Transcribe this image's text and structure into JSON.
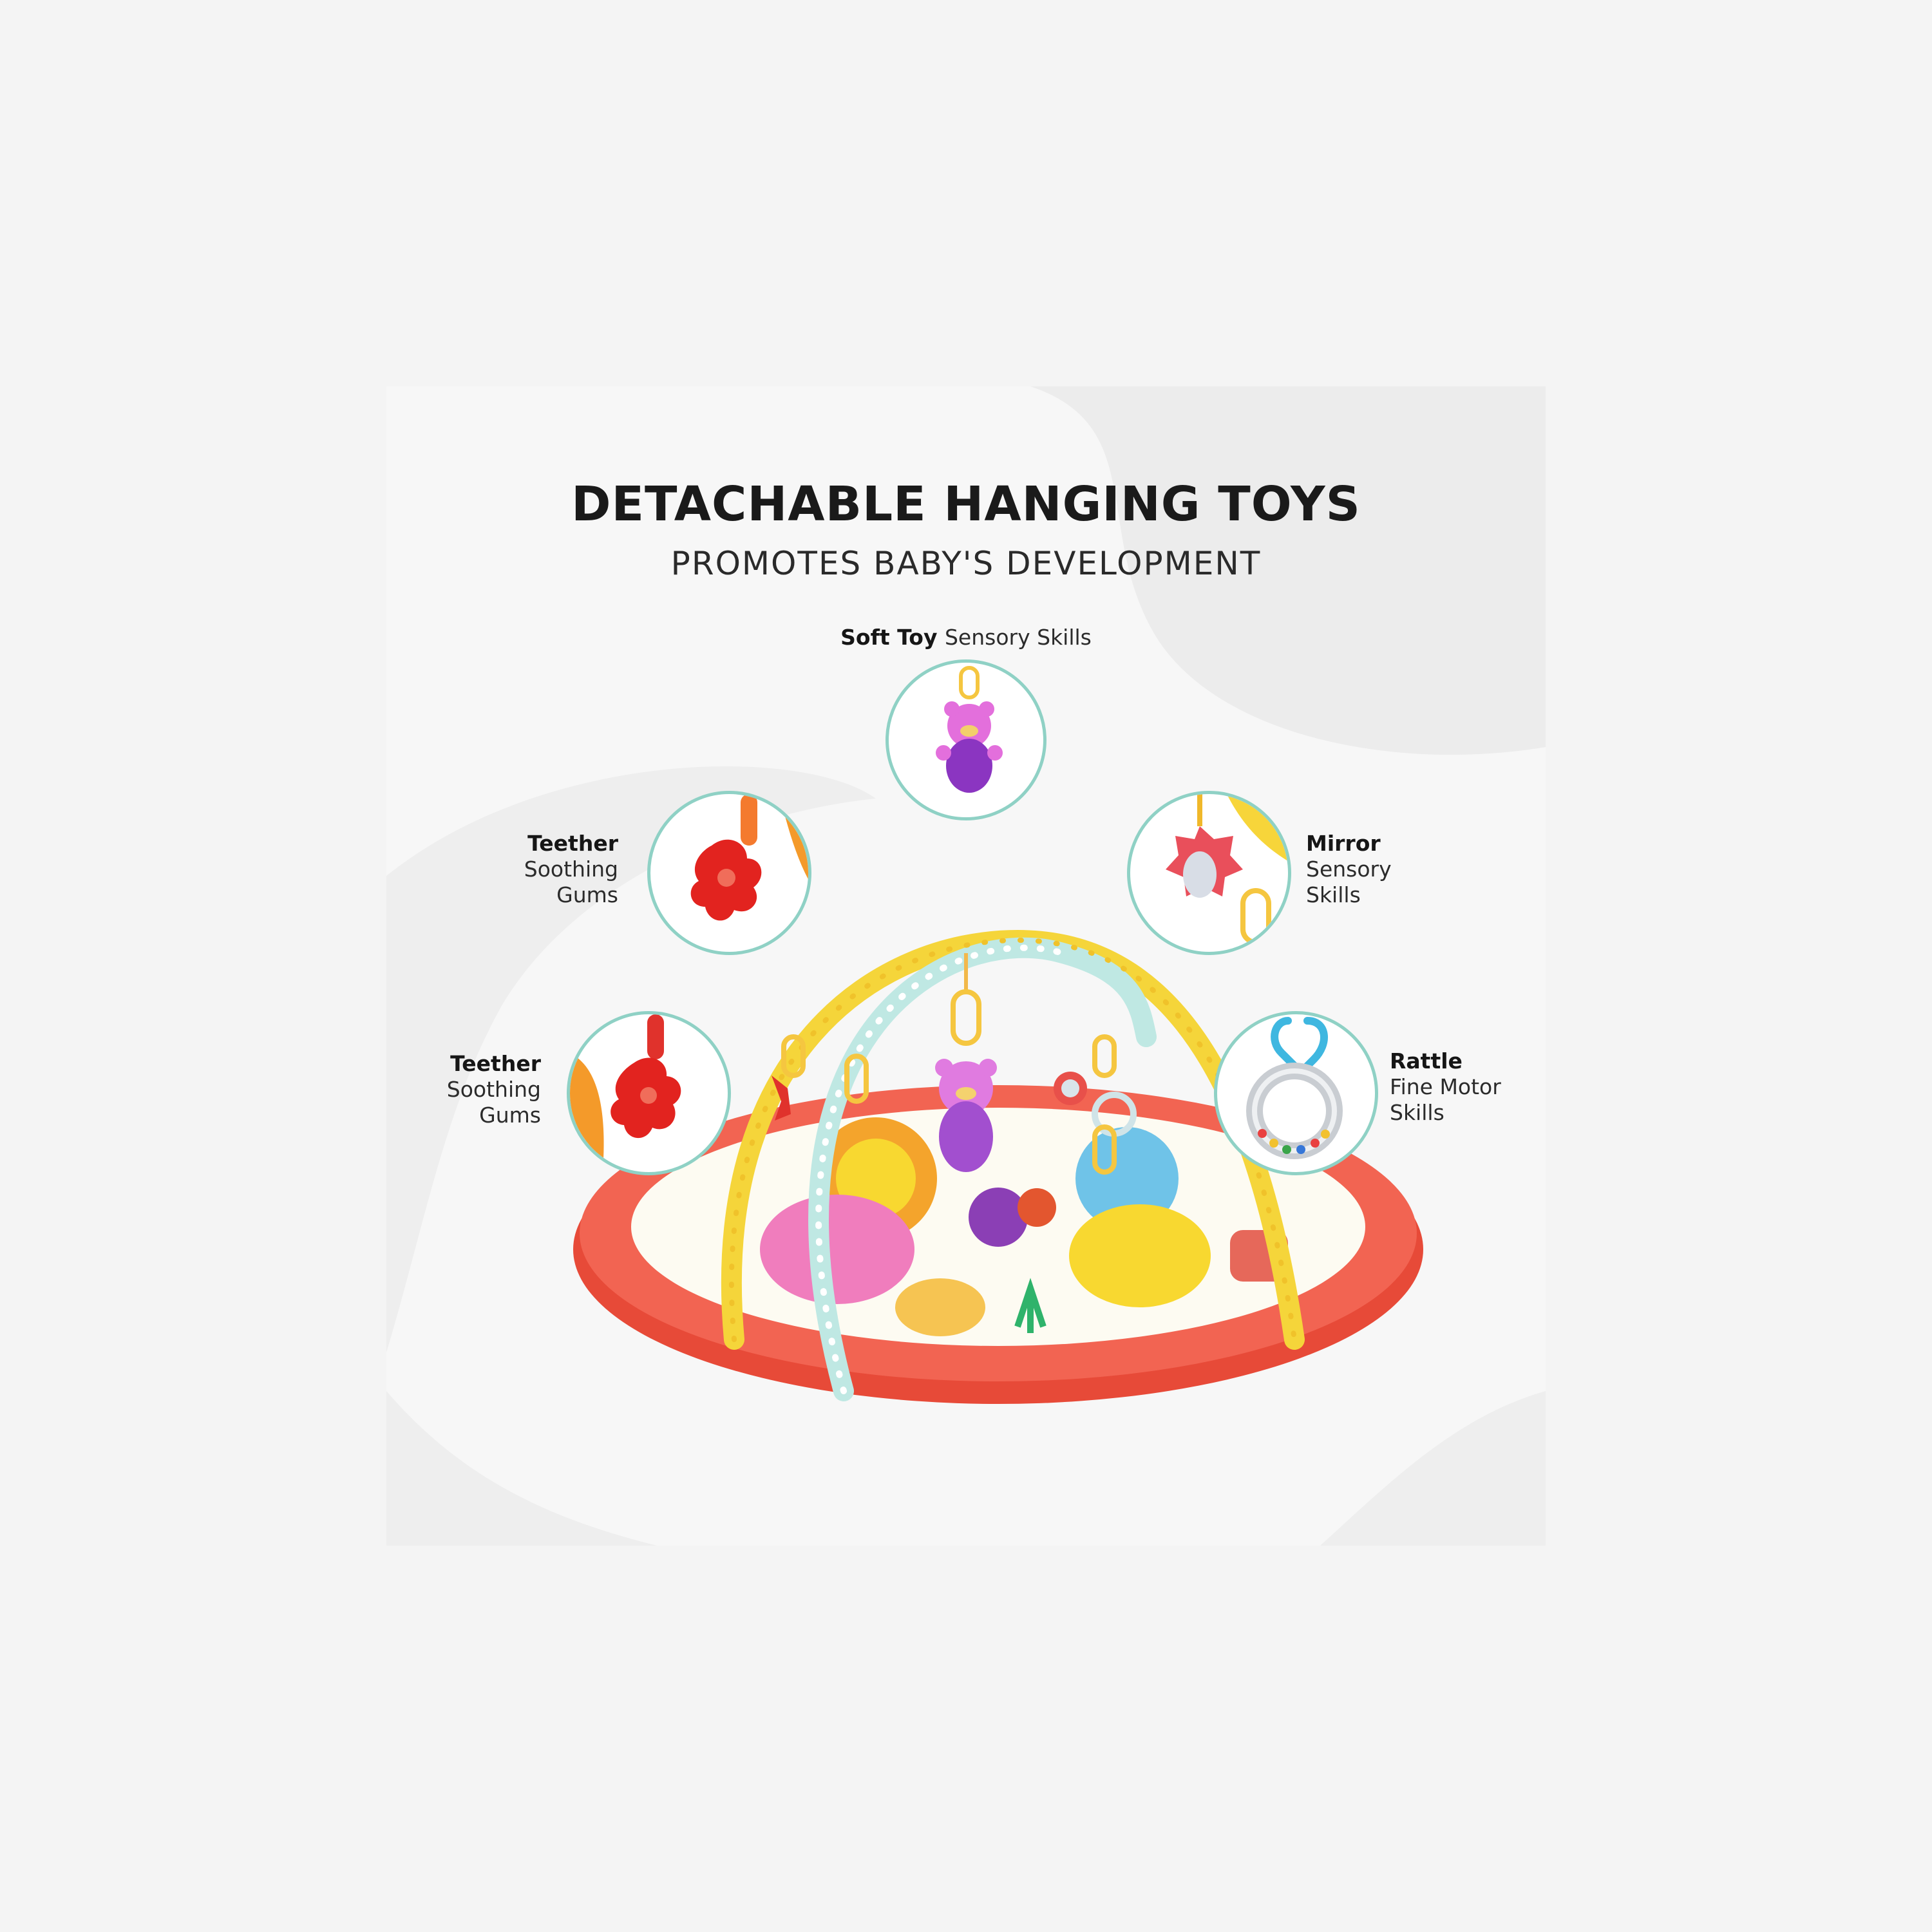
{
  "heading": {
    "title": "DETACHABLE HANGING TOYS",
    "subtitle": "PROMOTES BABY'S DEVELOPMENT"
  },
  "features": {
    "soft_toy": {
      "name": "Soft Toy",
      "desc": "Sensory Skills"
    },
    "teether_upper": {
      "name": "Teether",
      "desc_line1": "Soothing",
      "desc_line2": "Gums"
    },
    "teether_lower": {
      "name": "Teether",
      "desc_line1": "Soothing",
      "desc_line2": "Gums"
    },
    "mirror": {
      "name": "Mirror",
      "desc_line1": "Sensory",
      "desc_line2": "Skills"
    },
    "rattle": {
      "name": "Rattle",
      "desc_line1": "Fine Motor",
      "desc_line2": "Skills"
    }
  },
  "colors": {
    "callout_border": "#8fd1c5",
    "mat_border": "#ef5a45",
    "arch_yellow": "#f7dc3c",
    "arch_teal": "#bfe8e3"
  }
}
